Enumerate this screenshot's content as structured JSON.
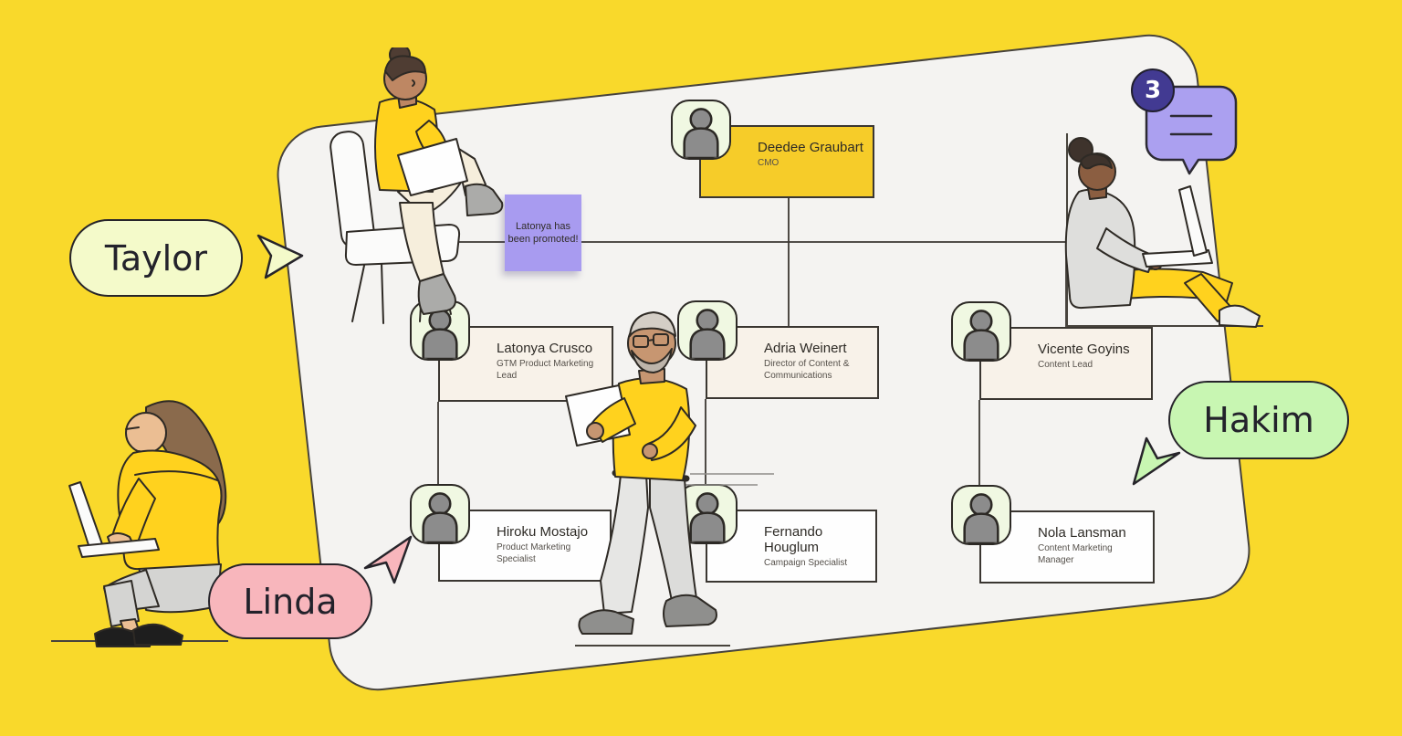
{
  "scene": {
    "background_color": "#F9D92B",
    "canvas_color": "#F4F3F1",
    "connector_color": "#3B3732"
  },
  "org_chart": {
    "nodes": [
      {
        "name": "Deedee Graubart",
        "role": "CMO",
        "variant": "yellow",
        "fill": "#F6CC29"
      },
      {
        "name": "Latonya Crusco",
        "role": "GTM Product Marketing Lead",
        "variant": "cream",
        "fill": "#F8F2E9"
      },
      {
        "name": "Adria Weinert",
        "role": "Director of Content & Communications",
        "variant": "cream",
        "fill": "#F8F2E9"
      },
      {
        "name": "Vicente Goyins",
        "role": "Content Lead",
        "variant": "cream",
        "fill": "#F8F2E9"
      },
      {
        "name": "Hiroku Mostajo",
        "role": "Product Marketing Specialist",
        "variant": "white",
        "fill": "#FEFEFE"
      },
      {
        "name": "Fernando Houglum",
        "role": "Campaign Specialist",
        "variant": "white",
        "fill": "#FEFEFE"
      },
      {
        "name": "Nola Lansman",
        "role": "Content Marketing Manager",
        "variant": "white",
        "fill": "#FEFEFE"
      }
    ],
    "avatar": {
      "background": "#F0F8E2",
      "person_color": "#8C8C8C"
    }
  },
  "sticky_note": {
    "text": "Latonya has been promoted!",
    "color": "#A89BF0"
  },
  "collaborators": [
    {
      "name": "Taylor",
      "pill_color": "#F4FACA",
      "cursor_direction": "right"
    },
    {
      "name": "Linda",
      "pill_color": "#F8B6BC",
      "cursor_direction": "up-right"
    },
    {
      "name": "Hakim",
      "pill_color": "#C8F6B2",
      "cursor_direction": "down-left"
    }
  ],
  "notification": {
    "count": "3",
    "bubble_color": "#ABA0F0",
    "badge_color": "#423A92"
  }
}
